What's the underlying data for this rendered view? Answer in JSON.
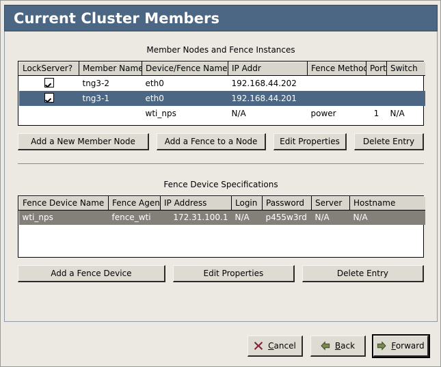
{
  "window": {
    "title": "Current Cluster Members"
  },
  "colors": {
    "titlebar": "#4b6783",
    "selection_active": "#4b6783",
    "selection_inactive": "#83807a",
    "panel_bg": "#ece9e3",
    "header_bg": "#d8d5cd",
    "cancel_icon": "#8f2540",
    "arrow_icon": "#6f7f4a"
  },
  "member_section": {
    "label": "Member Nodes and Fence Instances",
    "columns": [
      "LockServer?",
      "Member Name",
      "Device/Fence Name",
      "IP Addr",
      "Fence Method",
      "Port",
      "Switch"
    ],
    "rows": [
      {
        "lockserver": true,
        "member_name": "tng3-2",
        "device_fence_name": "eth0",
        "ip_addr": "192.168.44.202",
        "fence_method": "",
        "port": "",
        "switch": "",
        "selected": false
      },
      {
        "lockserver": true,
        "member_name": "tng3-1",
        "device_fence_name": "eth0",
        "ip_addr": "192.168.44.201",
        "fence_method": "",
        "port": "",
        "switch": "",
        "selected": true
      },
      {
        "lockserver": false,
        "member_name": "",
        "device_fence_name": "wti_nps",
        "ip_addr": "N/A",
        "fence_method": "power",
        "port": "1",
        "switch": "N/A",
        "selected": false
      }
    ],
    "buttons": [
      {
        "label": "Add a New Member Node"
      },
      {
        "label": "Add a Fence to a Node"
      },
      {
        "label": "Edit Properties"
      },
      {
        "label": "Delete Entry"
      }
    ]
  },
  "fence_section": {
    "label": "Fence Device Specifications",
    "columns": [
      "Fence Device Name",
      "Fence Agent",
      "IP Address",
      "Login",
      "Password",
      "Server",
      "Hostname"
    ],
    "rows": [
      {
        "fence_device_name": "wti_nps",
        "fence_agent": "fence_wti",
        "ip_address": "172.31.100.1",
        "login": "N/A",
        "password": "p455w3rd",
        "server": "N/A",
        "hostname": "N/A",
        "selected": true
      }
    ],
    "buttons": [
      {
        "label": "Add a Fence Device"
      },
      {
        "label": "Edit Properties"
      },
      {
        "label": "Delete Entry"
      }
    ]
  },
  "navigation": {
    "cancel": {
      "label_pre": "",
      "mnemonic": "C",
      "label_post": "ancel",
      "icon": "cancel-x-icon"
    },
    "back": {
      "label_pre": "",
      "mnemonic": "B",
      "label_post": "ack",
      "icon": "arrow-left-icon"
    },
    "forward": {
      "label_pre": "",
      "mnemonic": "F",
      "label_post": "orward",
      "icon": "arrow-right-icon"
    }
  }
}
